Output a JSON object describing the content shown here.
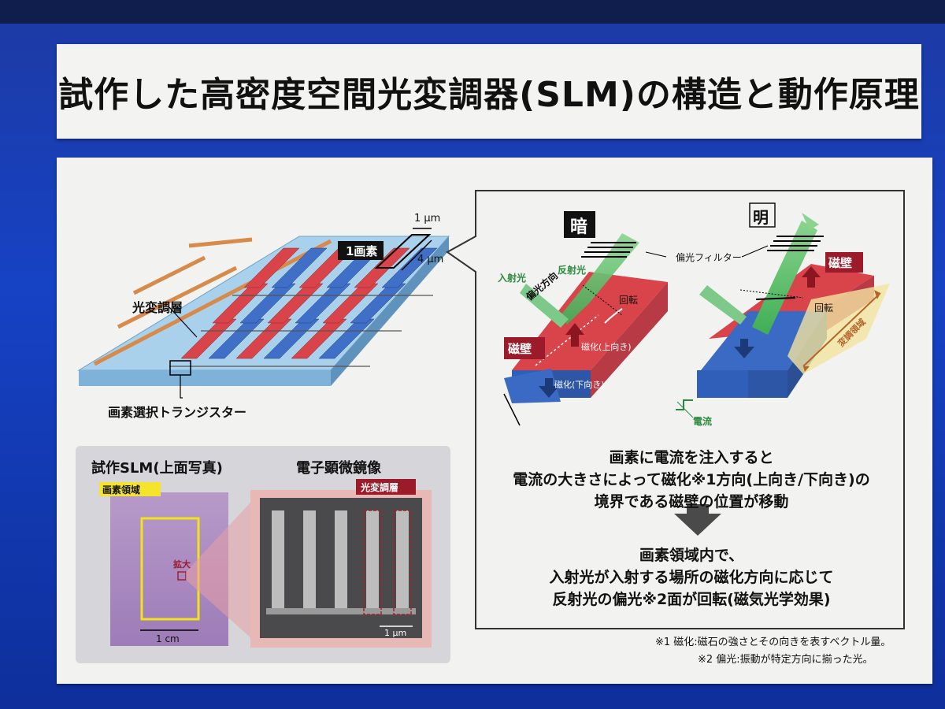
{
  "title": "試作した高密度空間光変調器(SLM)の構造と動作原理",
  "structure": {
    "label_layer": "光変調層",
    "label_transistor": "画素選択トランジスター",
    "label_pixel": "1画素",
    "dim_width": "1 μm",
    "dim_length": "4 μm"
  },
  "principle": {
    "dark_label": "暗",
    "bright_label": "明",
    "polarizer": "偏光フィルター",
    "incident": "入射光",
    "reflected": "反射光",
    "pol_direction": "偏光方向",
    "rotation": "回転",
    "rotation2": "回転",
    "wall": "磁壁",
    "wall2": "磁壁",
    "mag_up": "磁化(上向き)",
    "mag_down": "磁化(下向き)",
    "modulation_region": "変調領域",
    "current": "電流",
    "para1_line1": "画素に電流を注入すると",
    "para1_line2": "電流の大きさによって磁化※1方向(上向き/下向き)の",
    "para1_line3": "境界である磁壁の位置が移動",
    "para2_line1": "画素領域内で、",
    "para2_line2": "入射光が入射する場所の磁化方向に応じて",
    "para2_line3": "反射光の偏光※2面が回転(磁気光学効果)"
  },
  "photos": {
    "photo_title": "試作SLM(上面写真)",
    "micro_title": "電子顕微鏡像",
    "pixel_region": "画素領域",
    "enlarge": "拡大",
    "scale_cm": "1 cm",
    "layer_tag": "光変調層",
    "scale_um": "1 μm"
  },
  "notes": {
    "note1": "※1 磁化:磁石の強さとその向きを表すベクトル量。",
    "note2": "※2 偏光:振動が特定方向に揃った光。"
  },
  "colors": {
    "red_layer": "#d9434a",
    "blue_layer": "#3f6fc6",
    "substrate": "#9ec9e6",
    "wall_tag": "#9b1b2b",
    "light_green": "#4fbf6a",
    "frame_blue": "#1642c4"
  }
}
